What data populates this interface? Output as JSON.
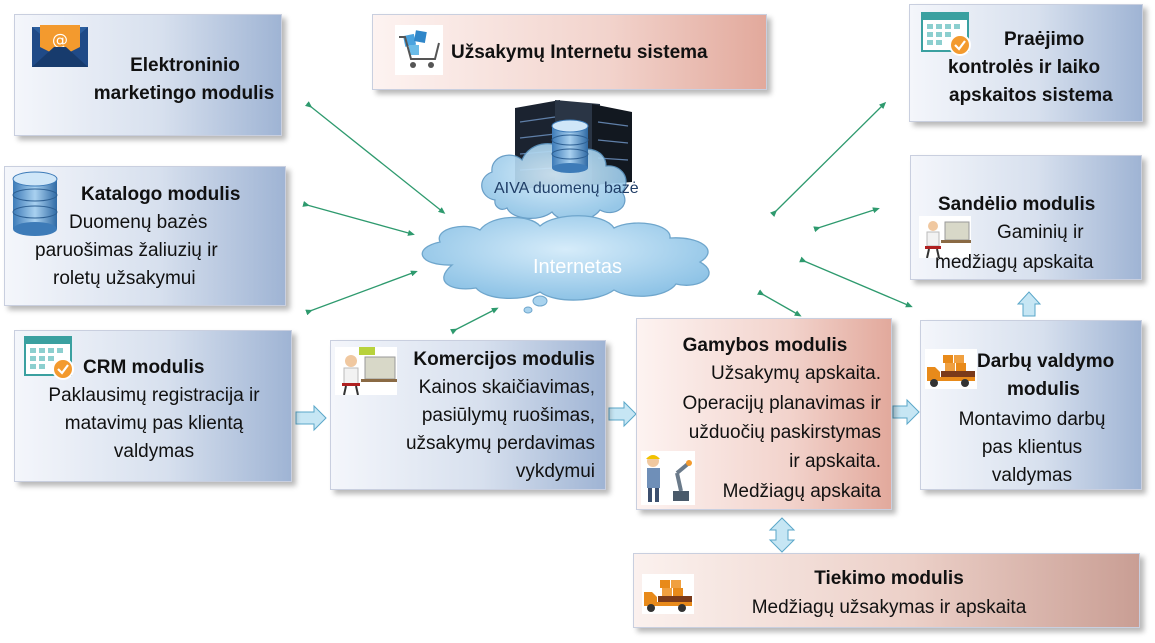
{
  "modules": {
    "marketing": {
      "title_line1": "Elektroninio",
      "title_line2": "marketingo modulis"
    },
    "eshop": {
      "title": "Užsakymų Internetu sistema"
    },
    "access": {
      "line1": "Praėjimo",
      "line2": "kontrolės ir laiko",
      "line3": "apskaitos sistema"
    },
    "catalog": {
      "title": "Katalogo modulis",
      "line1": "Duomenų bazės",
      "line2": "paruošimas žaliuzių ir",
      "line3": "roletų  užsakymui"
    },
    "warehouse": {
      "title": "Sandėlio modulis",
      "line1": "Gaminių ir",
      "line2": "medžiagų apskaita"
    },
    "crm": {
      "title": "CRM modulis",
      "line1": "Paklausimų registracija ir",
      "line2": "matavimų pas klientą",
      "line3": "valdymas"
    },
    "commerce": {
      "title": "Komercijos modulis",
      "line1": "Kainos skaičiavimas,",
      "line2": "pasiūlymų ruošimas,",
      "line3": "užsakymų perdavimas",
      "line4": "vykdymui"
    },
    "production": {
      "title": "Gamybos modulis",
      "line1": "Užsakymų apskaita.",
      "line2": "Operacijų planavimas ir",
      "line3": "užduočių paskirstymas",
      "line4": "ir apskaita.",
      "line5": "Medžiagų apskaita"
    },
    "works": {
      "title_line1": "Darbų valdymo",
      "title_line2": "modulis",
      "line1": "Montavimo darbų",
      "line2": "pas klientus",
      "line3": "valdymas"
    },
    "supply": {
      "title": "Tiekimo modulis",
      "line1": "Medžiagų užsakymas ir apskaita"
    }
  },
  "center": {
    "database_label": "AIVA duomenų bazė",
    "internet_label": "Internetas"
  },
  "colors": {
    "arrow_green": "#2e9a6e",
    "flow_arrow_fill": "#bfe3f2",
    "flow_arrow_stroke": "#5aa7c9",
    "cloud_fill": "#a9d3ee",
    "cloud_stroke": "#6fa6cc",
    "blue_box": "#9fb4d4",
    "pink_box": "#e2a99c"
  },
  "icons": [
    "email-icon",
    "shopping-cart-icon",
    "calendar-check-icon",
    "database-icon",
    "office-worker-icon",
    "delivery-truck-icon",
    "factory-worker-robot-icon",
    "server-rack-icon",
    "cloud-icon"
  ]
}
